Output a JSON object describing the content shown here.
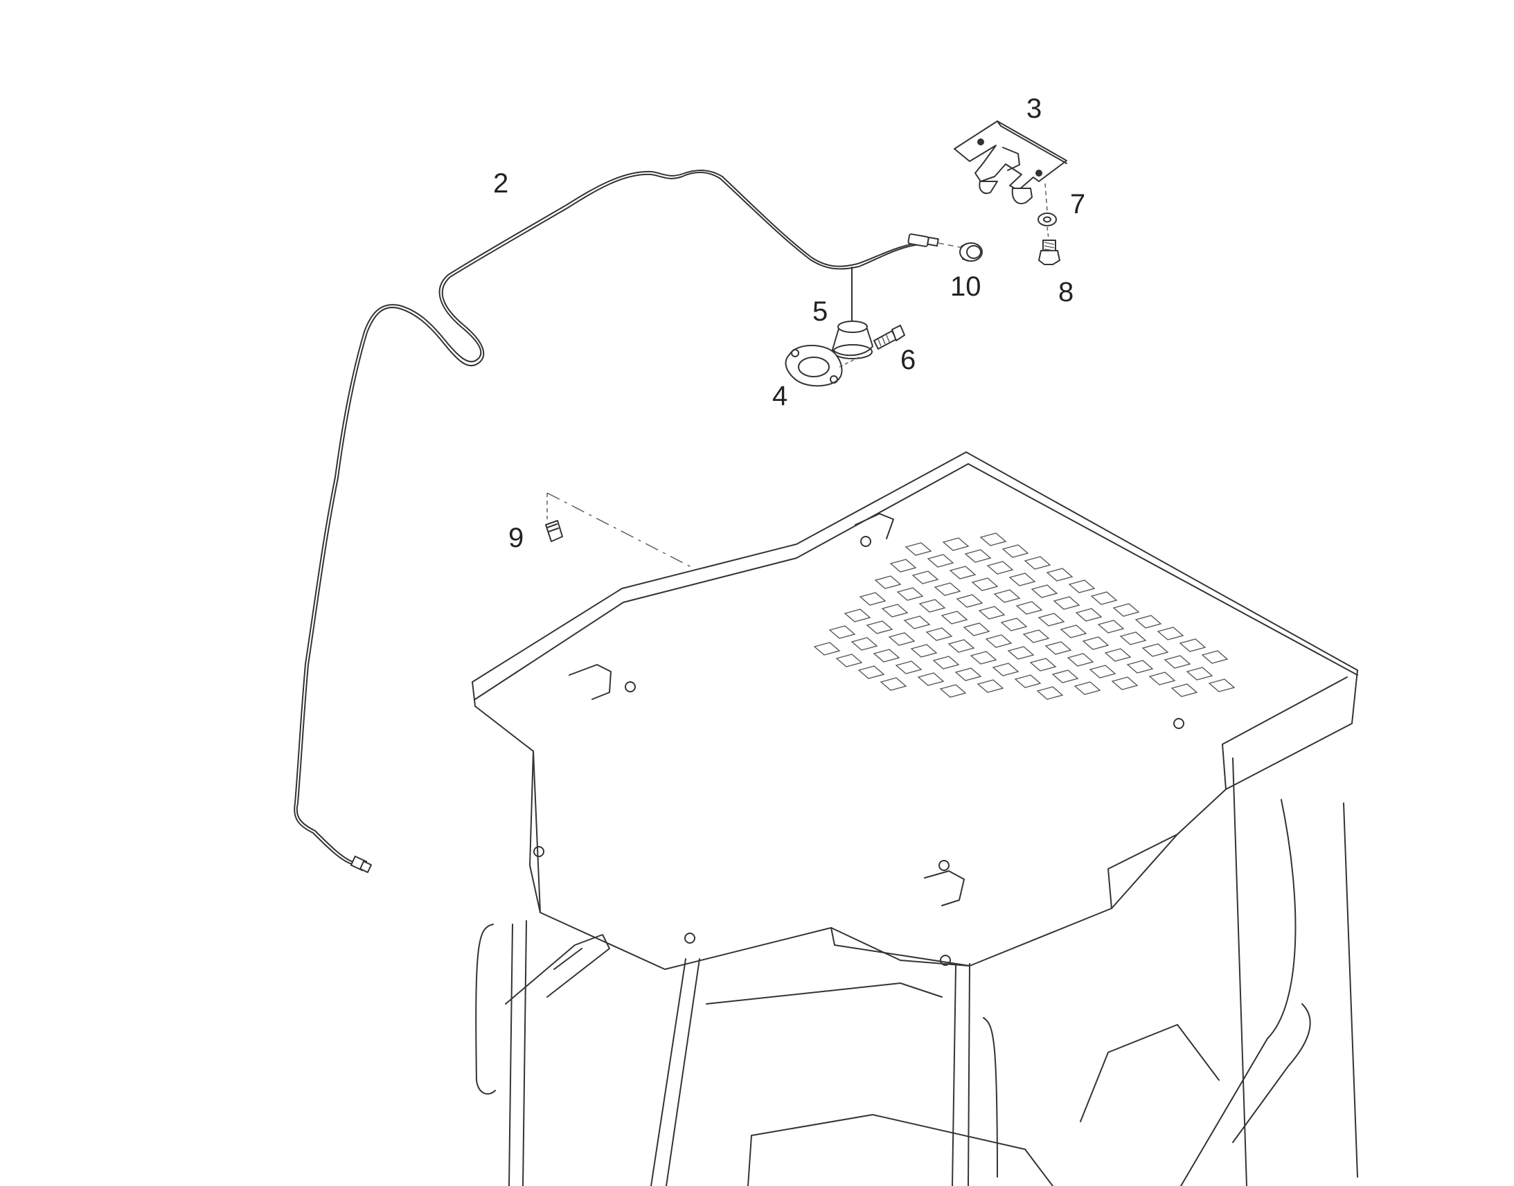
{
  "diagram": {
    "callouts": [
      {
        "id": "c2",
        "label": "2"
      },
      {
        "id": "c3",
        "label": "3"
      },
      {
        "id": "c4",
        "label": "4"
      },
      {
        "id": "c5",
        "label": "5"
      },
      {
        "id": "c6",
        "label": "6"
      },
      {
        "id": "c7",
        "label": "7"
      },
      {
        "id": "c8",
        "label": "8"
      },
      {
        "id": "c9",
        "label": "9"
      },
      {
        "id": "c10",
        "label": "10"
      }
    ]
  }
}
